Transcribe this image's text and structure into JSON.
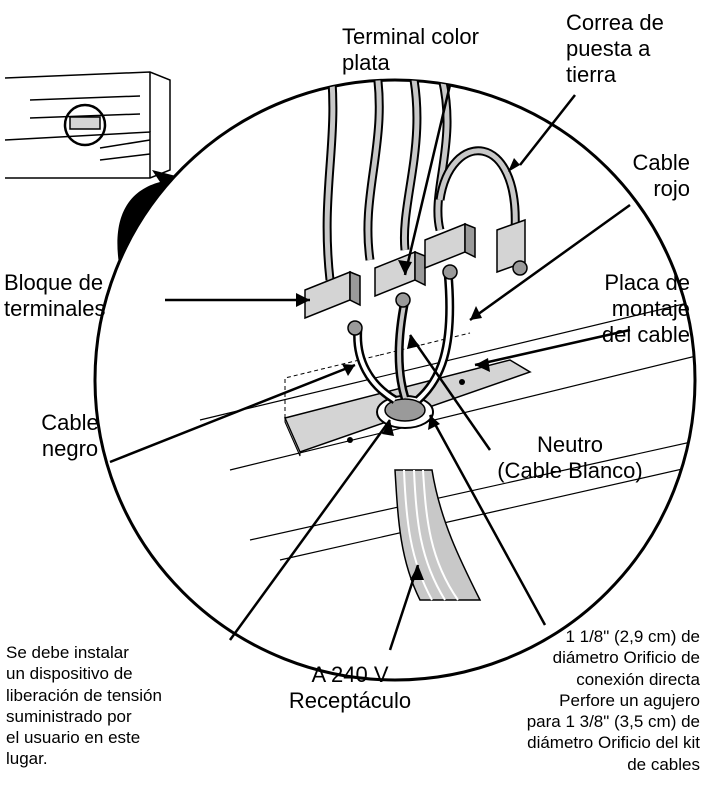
{
  "labels": {
    "terminal_plata": [
      "Terminal color",
      "plata"
    ],
    "correa_tierra": [
      "Correa de",
      "puesta a",
      "tierra"
    ],
    "cable_rojo": [
      "Cable",
      "rojo"
    ],
    "bloque_terminales": [
      "Bloque de",
      "terminales"
    ],
    "placa_montaje": [
      "Placa de",
      "montaje",
      "del cable"
    ],
    "cable_negro": [
      "Cable",
      "negro"
    ],
    "neutro": [
      "Neutro",
      "(Cable Blanco)"
    ],
    "alivio_tension": [
      "Se debe instalar",
      "un dispositivo de",
      "liberación de tensión",
      "suministrado por",
      "el usuario en este",
      "lugar."
    ],
    "receptaculo": [
      "A 240 V",
      "Receptáculo"
    ],
    "orificios": [
      "1 1/8\" (2,9 cm) de",
      "diámetro Orificio de",
      "conexión directa",
      "Perfore un agujero",
      "para 1 3/8\" (3,5 cm) de",
      "diámetro Orificio del kit",
      "de cables"
    ]
  },
  "colors": {
    "ink": "#000000",
    "paper": "#ffffff",
    "metal_light": "#d4d4d4",
    "metal_mid": "#9a9a9a",
    "cable_jacket": "#c8c8c8"
  }
}
